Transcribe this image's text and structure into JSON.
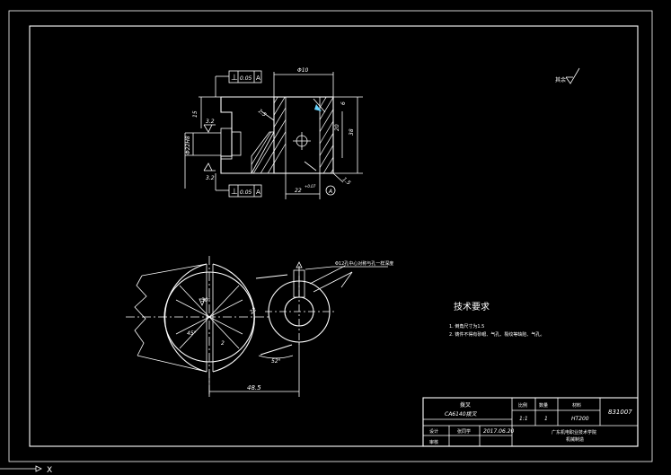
{
  "drawing": {
    "top_view": {
      "tol_top": {
        "symbol": "⊥",
        "value": "0.05",
        "datum": "A"
      },
      "tol_bottom": {
        "symbol": "⊥",
        "value": "0.05",
        "datum": "A"
      },
      "dims": {
        "top": "Φ10",
        "right_outer": "38",
        "right_inner": "20",
        "right_small": "6",
        "left_small": "15",
        "left_body": "Φ22H8",
        "bottom": "22",
        "bottom_tol": "+0.07",
        "chamfer": "1.5",
        "rough_top": "3.2",
        "rough_bottom": "3.2",
        "label_a": "A"
      }
    },
    "front_view": {
      "leader_note": "Φ12孔中心对称与孔一样深度",
      "dims": {
        "angle1": "30°",
        "angle2": "45°",
        "r_small": "2",
        "r_big": "22",
        "bottom": "48.5",
        "side": "52°"
      }
    },
    "other_roughness": "其余",
    "tech_req": {
      "title": "技术要求",
      "items": [
        "1. 倒角尺寸为1.5",
        "2. 铸件不得有砂眼、气孔、裂纹等缺陷、气孔。"
      ]
    },
    "title_block": {
      "part_name": "拨叉",
      "part_code": "CA6140拨叉",
      "col_scale": "比例",
      "col_qty": "数量",
      "col_mat": "材料",
      "scale": "1:1",
      "qty": "1",
      "material": "HT200",
      "drawing_no": "831007",
      "designer_label": "设计",
      "designer_name": "张同学",
      "date": "2017.06.20",
      "reviewer_label": "审核",
      "school": "广东机电职业技术学院",
      "class": "机械制造"
    },
    "ucs": {
      "x_label": "X"
    }
  }
}
